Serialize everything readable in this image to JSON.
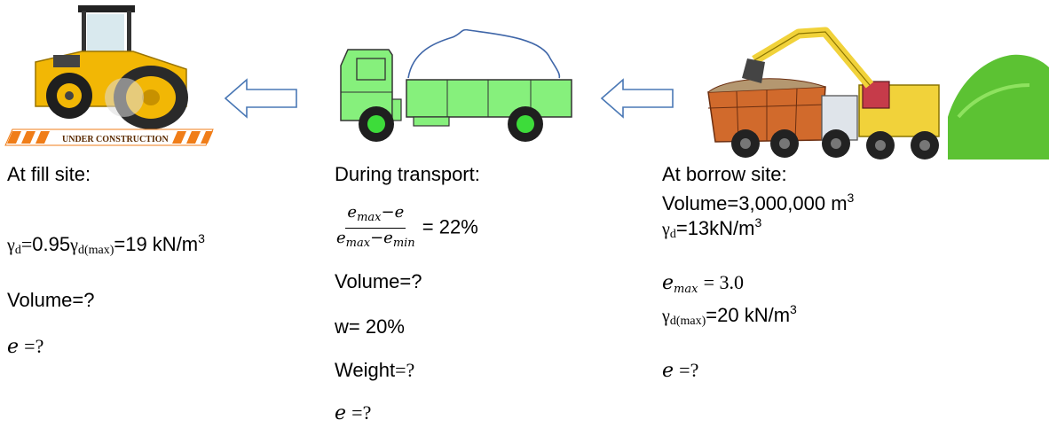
{
  "fill": {
    "title": "At fill site:",
    "gamma_rel": "0.95",
    "gamma_val": "=19 kN/m",
    "volume": "Volume=?",
    "e_q": "=?"
  },
  "transport": {
    "title": "During transport:",
    "frac_num_rest": "−e",
    "frac_den_mid": "−e",
    "dr_value": "= 22%",
    "volume": "Volume=?",
    "w": "w= 20%",
    "weight_label": "Weight",
    "weight_q": "=?",
    "e_q": "=?"
  },
  "borrow": {
    "title": "At borrow site:",
    "volume": "Volume=3,000,000 m",
    "gamma_val": "=13kN/m",
    "emax_val": "= 3.0",
    "gmax_val": "=20 kN/m",
    "e_q": "=?"
  },
  "symbols": {
    "gamma": "γ",
    "d": "d",
    "dmax": "d(max)",
    "e": "e",
    "max": "max",
    "min": "min",
    "cube": "3"
  },
  "roller_banner": "UNDER CONSTRUCTION",
  "colors": {
    "roller_yellow": "#f2b705",
    "truck_green": "#86f07c",
    "wheel_green": "#3ddc3a",
    "arrow_blue": "#4a78b5",
    "excavator_yellow": "#f1d23a",
    "grass_green": "#5cc233",
    "banner_orange": "#f07d18"
  }
}
